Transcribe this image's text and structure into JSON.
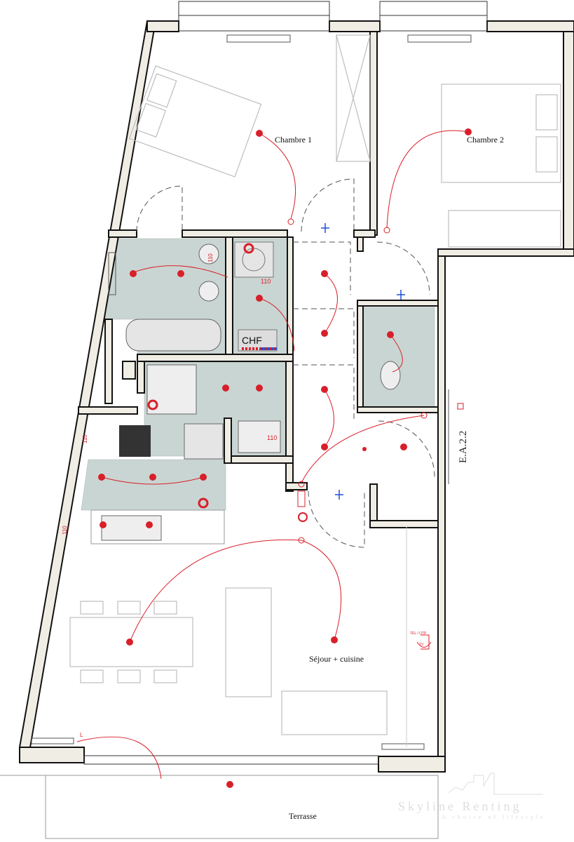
{
  "plan": {
    "rooms": {
      "chambre1": "Chambre 1",
      "chambre2": "Chambre 2",
      "sejour": "Séjour + cuisine",
      "terrasse": "Terrasse",
      "chf": "CHF"
    },
    "annotations": {
      "circuit_110_a": "110",
      "circuit_110_b": "110",
      "circuit_110_c": "110",
      "circuit_110_d": "110",
      "circuit_110_e": "110",
      "shaft": "E.A.2.2",
      "tel_utp": "TEL / UTP",
      "tv": "TV",
      "switch_l": "L"
    },
    "colors": {
      "electrical": "#d81f2a",
      "tiles": "#c9d5d2",
      "walls": "#efede4",
      "plumbing": "#1f4fd8"
    }
  },
  "watermark": {
    "brand": "Skyline Renting",
    "tagline": "A choice of lifestyle"
  }
}
